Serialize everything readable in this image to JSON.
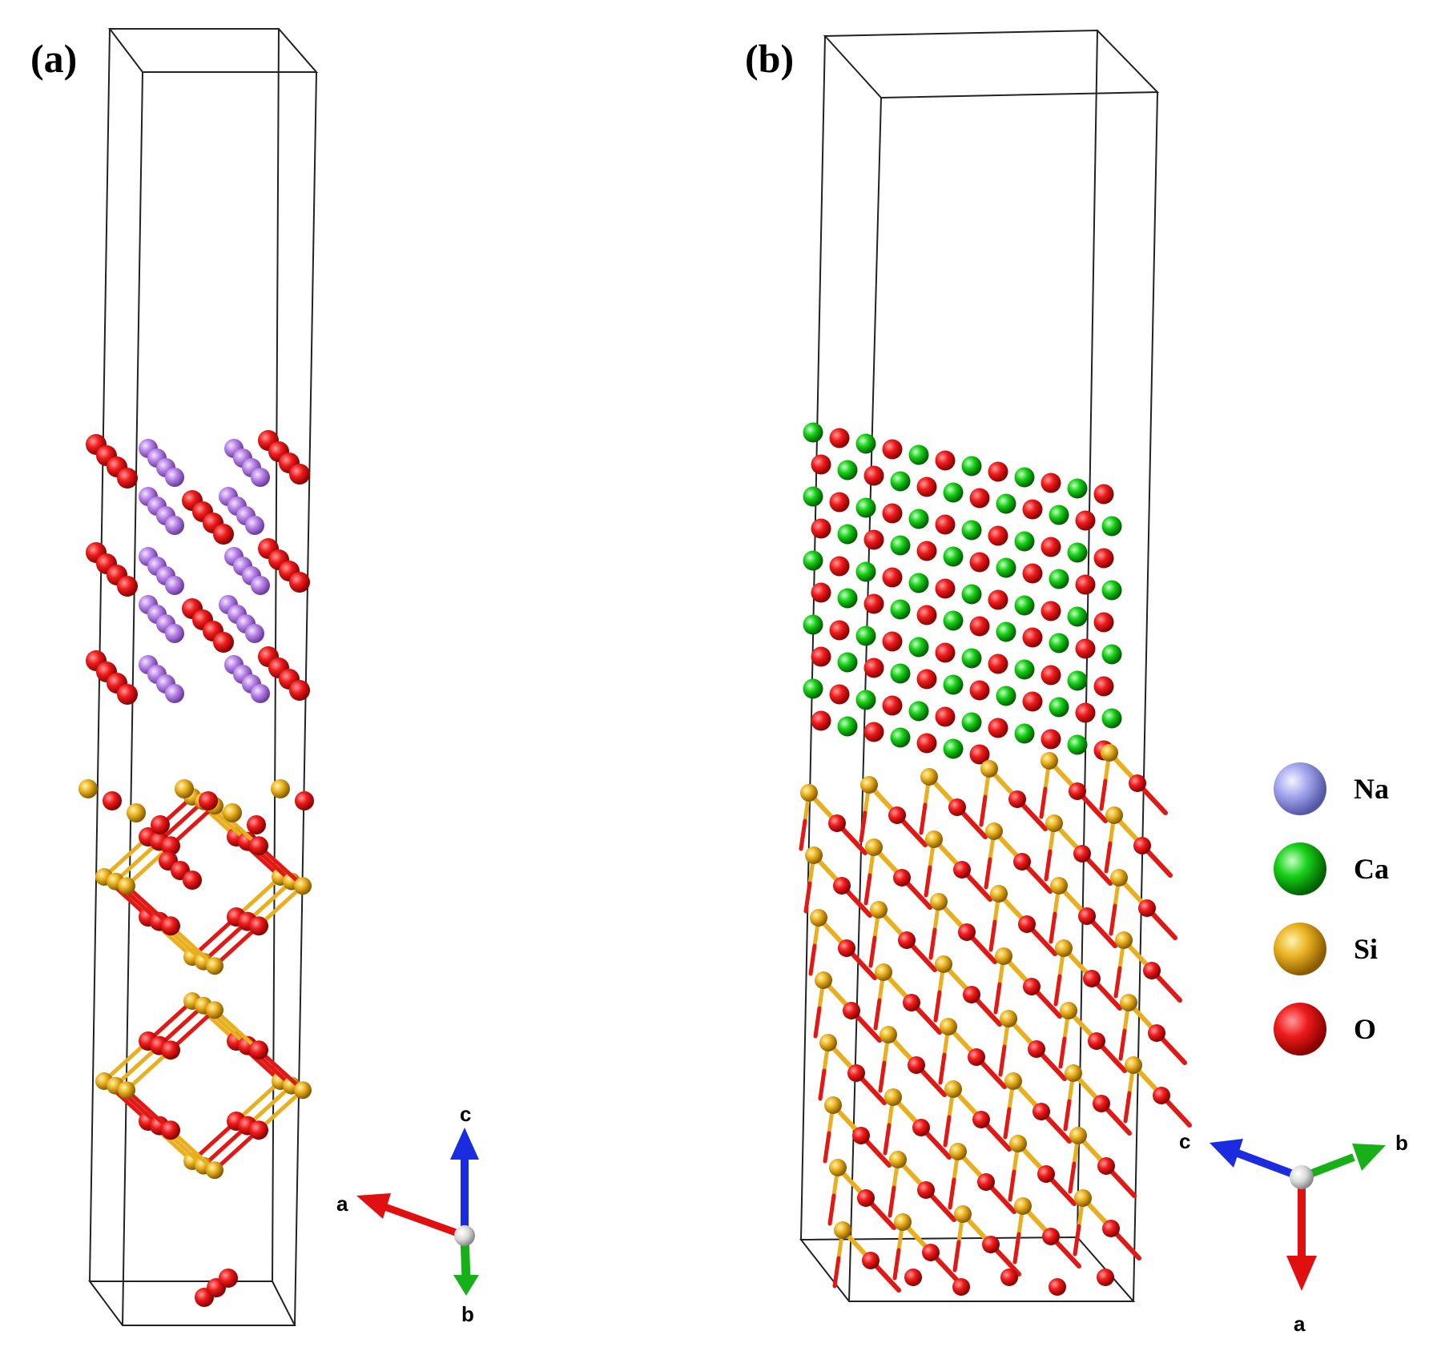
{
  "panels": [
    {
      "id": "a",
      "label": "(a)",
      "axes": {
        "x": "a",
        "y": "c",
        "z": "b"
      }
    },
    {
      "id": "b",
      "label": "(b)",
      "axes": {
        "left": "c",
        "right": "b",
        "down": "a"
      }
    }
  ],
  "legend": [
    {
      "element": "Na",
      "color": "#a7a9ee"
    },
    {
      "element": "Ca",
      "color": "#12cc12"
    },
    {
      "element": "Si",
      "color": "#e8b020"
    },
    {
      "element": "O",
      "color": "#e81818"
    }
  ],
  "colors": {
    "Na_atom_in_structure": "#b87de8",
    "Ca": "#14d414",
    "Si": "#e8b020",
    "O": "#e61616",
    "axis_a_red": "#e01010",
    "axis_b_green": "#18b018",
    "axis_c_blue": "#1a2be0"
  }
}
